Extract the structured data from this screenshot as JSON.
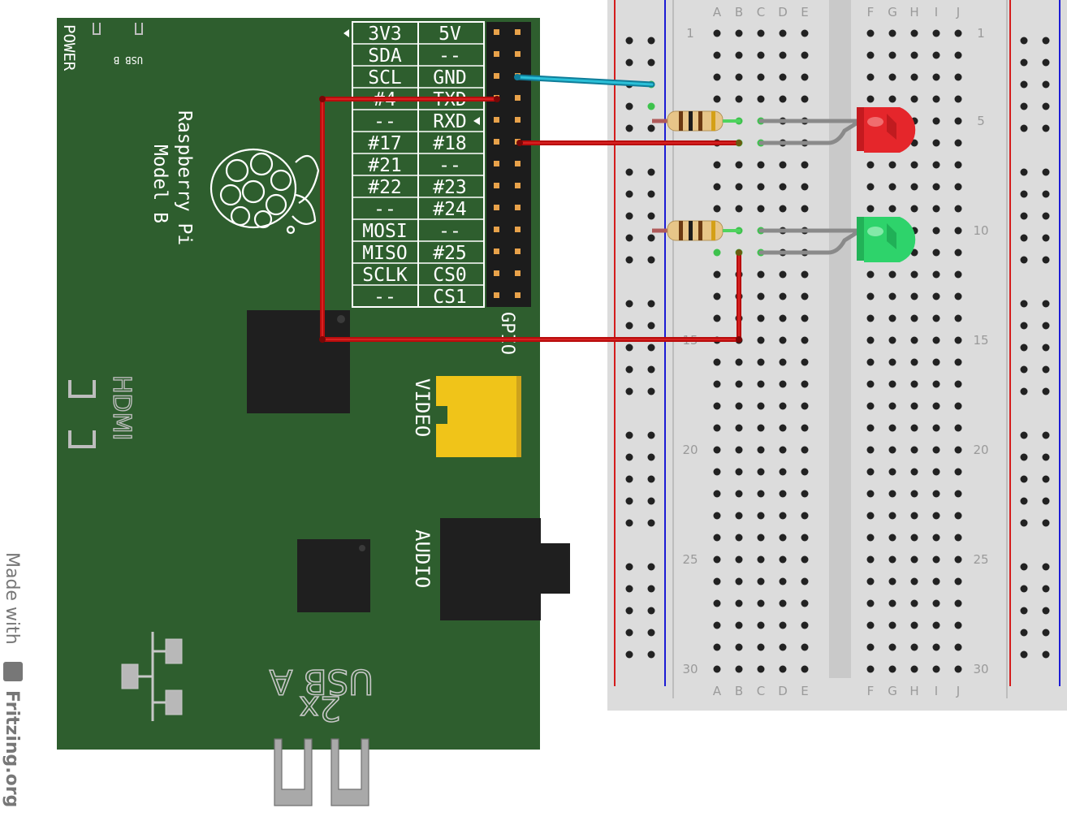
{
  "credit": {
    "made_with": "Made with",
    "site": "Fritzing.org"
  },
  "pi": {
    "name_line1": "Raspberry Pi",
    "name_line2": "Model B",
    "power": "POWER",
    "usb_b": "USB B",
    "hdmi": "HDMI",
    "video": "VIDEO",
    "audio": "AUDIO",
    "gpio": "GPIO",
    "usb_a_line1": "USB A",
    "usb_a_line2": "2x",
    "gpio_left": [
      "3V3",
      "SDA",
      "SCL",
      "#4",
      "--",
      "#17",
      "#21",
      "#22",
      "--",
      "MOSI",
      "MISO",
      "SCLK",
      "--"
    ],
    "gpio_right": [
      "5V",
      "--",
      "GND",
      "TXD",
      "RXD",
      "#18",
      "--",
      "#23",
      "#24",
      "--",
      "#25",
      "CS0",
      "CS1"
    ]
  },
  "breadboard": {
    "cols_left": [
      "A",
      "B",
      "C",
      "D",
      "E"
    ],
    "cols_right": [
      "F",
      "G",
      "H",
      "I",
      "J"
    ],
    "row_numbers": [
      "1",
      "5",
      "10",
      "15",
      "20",
      "25",
      "30"
    ]
  },
  "components": {
    "led_red_color": "#e5262b",
    "led_green_color": "#2ed36b",
    "wire_red_color": "#b90c0c",
    "wire_ground_color": "#1fa6c0",
    "board_color": "#2e5e2e"
  }
}
